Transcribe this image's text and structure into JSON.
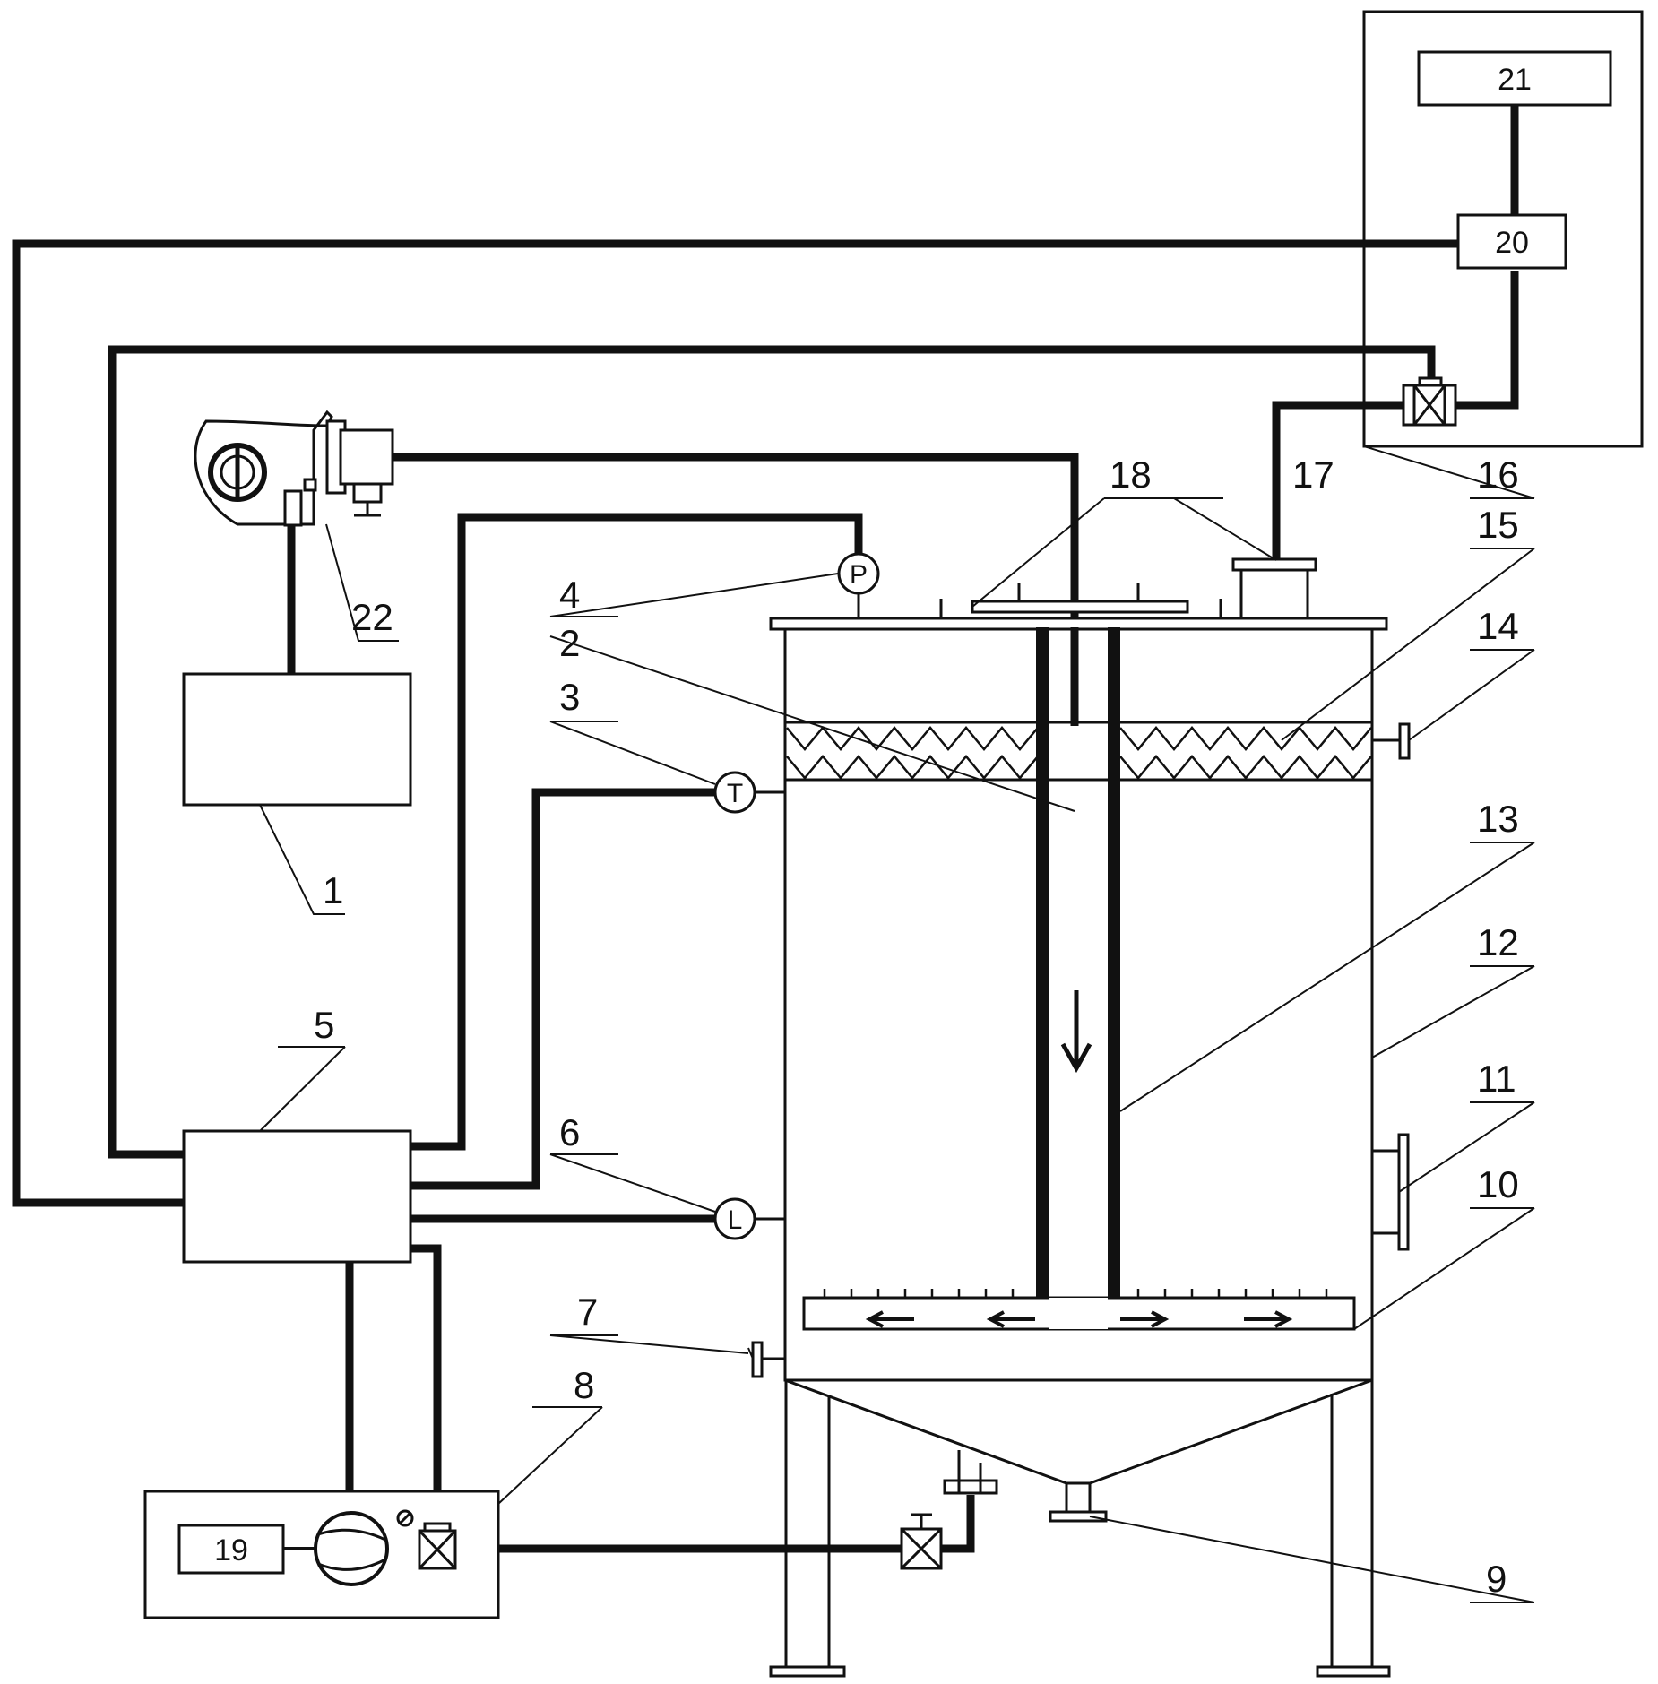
{
  "labels": {
    "n1": "1",
    "n2": "2",
    "n3": "3",
    "n4": "4",
    "n5": "5",
    "n6": "6",
    "n7": "7",
    "n8": "8",
    "n9": "9",
    "n10": "10",
    "n11": "11",
    "n12": "12",
    "n13": "13",
    "n14": "14",
    "n15": "15",
    "n16": "16",
    "n17": "17",
    "n18": "18",
    "n22": "22"
  },
  "boxes": {
    "b19": "19",
    "b20": "20",
    "b21": "21"
  },
  "gauges": {
    "pressure": "P",
    "temperature": "T",
    "level": "L"
  },
  "colors": {
    "line": "#111111",
    "background": "#ffffff"
  }
}
